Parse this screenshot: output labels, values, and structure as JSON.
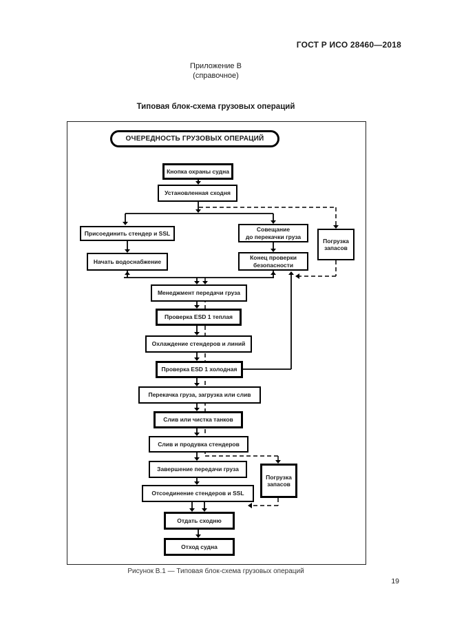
{
  "page": {
    "doc_code": "ГОСТ Р ИСО 28460—2018",
    "appendix": "Приложение В",
    "appendix_note": "(справочное)",
    "section_title": "Типовая блок-схема грузовых операций",
    "caption": "Рисунок В.1 — Типовая блок-схема грузовых операций",
    "page_number": "19"
  },
  "flowchart": {
    "header": "ОЧЕРЕДНОСТЬ ГРУЗОВЫХ ОПЕРАЦИЙ",
    "nodes": {
      "b1": {
        "lines": [
          "Кнопка охраны судна"
        ]
      },
      "b2": {
        "lines": [
          "Установленная сходня"
        ]
      },
      "l1": {
        "lines": [
          "Присоединить стендер и SSL"
        ]
      },
      "l2": {
        "lines": [
          "Начать водоснабжение"
        ]
      },
      "m1": {
        "lines": [
          "Совещание",
          "до перекачки груза"
        ]
      },
      "m2": {
        "lines": [
          "Конец проверки",
          "безопасности"
        ]
      },
      "r1": {
        "lines": [
          "Погрузка",
          "запасов"
        ]
      },
      "c1": {
        "lines": [
          "Менеджмент передачи груза"
        ]
      },
      "c2": {
        "lines": [
          "Проверка ESD 1 теплая"
        ]
      },
      "c3": {
        "lines": [
          "Охлаждение стендеров и линий"
        ]
      },
      "c4": {
        "lines": [
          "Проверка ESD 1 холодная"
        ]
      },
      "c5": {
        "lines": [
          "Перекачка груза, загрузка или слив"
        ]
      },
      "c6": {
        "lines": [
          "Слив или чистка танков"
        ]
      },
      "c7": {
        "lines": [
          "Слив и продувка стендеров"
        ]
      },
      "c8": {
        "lines": [
          "Завершение передачи груза"
        ]
      },
      "c9": {
        "lines": [
          "Отсоединение стендеров и SSL"
        ]
      },
      "r2": {
        "lines": [
          "Погрузка",
          "запасов"
        ]
      },
      "c10": {
        "lines": [
          "Отдать сходню"
        ]
      },
      "c11": {
        "lines": [
          "Отход судна"
        ]
      }
    },
    "edges": [
      {
        "from": "b1",
        "to": "b2",
        "style": "solid"
      },
      {
        "from": "b2",
        "to": "l1",
        "style": "solid"
      },
      {
        "from": "b2",
        "to": "m1",
        "style": "solid"
      },
      {
        "from": "b2",
        "to": "r1",
        "style": "dashed"
      },
      {
        "from": "l1",
        "to": "l2",
        "style": "solid"
      },
      {
        "from": "m1",
        "to": "m2",
        "style": "solid"
      },
      {
        "from": "l2",
        "to": "c1",
        "style": "solid",
        "note": "через общую линию, двунаправленная стрелка"
      },
      {
        "from": "m2",
        "to": "c1",
        "style": "solid",
        "note": "через общую линию, двунаправленная стрелка"
      },
      {
        "from": "r1",
        "to": "c1",
        "style": "dashed"
      },
      {
        "from": "c4",
        "to": "m2",
        "style": "solid",
        "note": "обратная связь справа"
      },
      {
        "from": "c1",
        "to": "c2",
        "style": "solid"
      },
      {
        "from": "c2",
        "to": "c3",
        "style": "solid"
      },
      {
        "from": "c3",
        "to": "c4",
        "style": "solid"
      },
      {
        "from": "c4",
        "to": "c5",
        "style": "solid"
      },
      {
        "from": "c5",
        "to": "c6",
        "style": "solid"
      },
      {
        "from": "c6",
        "to": "c7",
        "style": "solid"
      },
      {
        "from": "c7",
        "to": "c8",
        "style": "solid"
      },
      {
        "from": "c7",
        "to": "r2",
        "style": "dashed",
        "note": "параллельная пунктирная ветвь вдоль основного потока"
      },
      {
        "from": "c8",
        "to": "c9",
        "style": "solid"
      },
      {
        "from": "c9",
        "to": "c10",
        "style": "solid",
        "note": "двойная стрелка"
      },
      {
        "from": "r2",
        "to": "c10",
        "style": "dashed"
      },
      {
        "from": "c10",
        "to": "c11",
        "style": "solid"
      }
    ]
  }
}
